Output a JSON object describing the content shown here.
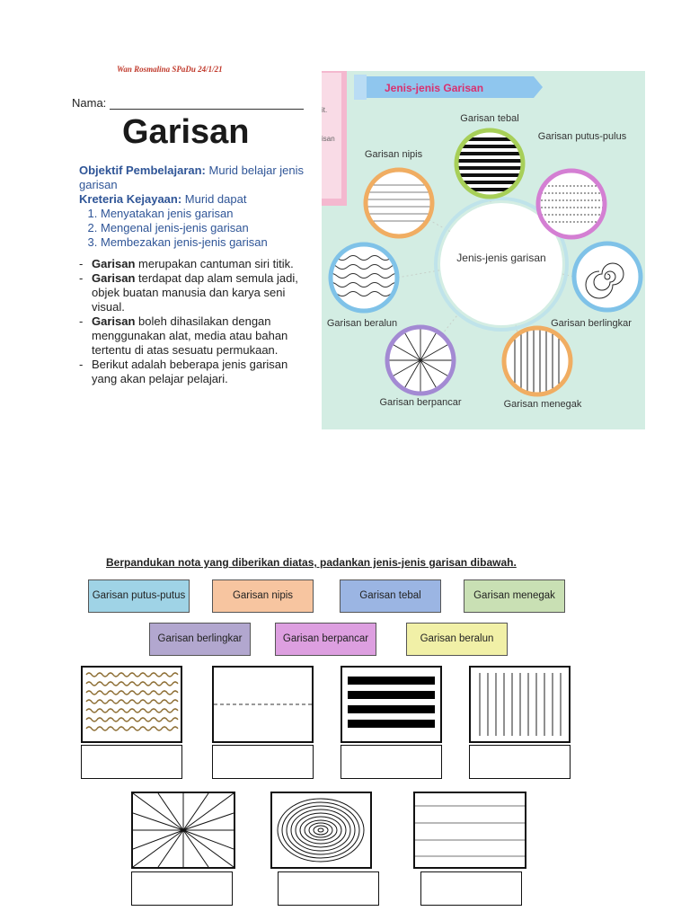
{
  "header": {
    "author": "Wan Rosmalina SPaDu 24/1/21",
    "name_label": "Nama:",
    "title": "Garisan"
  },
  "notes": {
    "objective_label": "Objektif Pembelajaran:",
    "objective_text": "Murid belajar jenis garisan",
    "criteria_label": "Kreteria Kejayaan:",
    "criteria_text": "Murid dapat",
    "criteria_items": [
      "Menyatakan jenis garisan",
      "Mengenal jenis-jenis garisan",
      "Membezakan jenis-jenis garisan"
    ],
    "bullets": [
      {
        "bold": "Garisan",
        "text": "merupakan cantuman siri titik."
      },
      {
        "bold": "Garisan",
        "text": "terdapat dap alam semula jadi, objek buatan manusia dan karya seni visual."
      },
      {
        "bold": "Garisan",
        "text": "boleh dihasilakan dengan menggunakan alat, media atau bahan tertentu di atas sesuatu permukaan."
      },
      {
        "bold": "",
        "text": "Berikut adalah beberapa jenis garisan yang akan pelajar pelajari."
      }
    ]
  },
  "photo": {
    "banner": "Jenis-jenis Garisan",
    "center": "Jenis-jenis garisan",
    "labels": {
      "tebal": "Garisan tebal",
      "nipis": "Garisan nipis",
      "putus": "Garisan putus-pulus",
      "beralun": "Garisan beralun",
      "berlingkar": "Garisan berlingkar",
      "berpancar": "Garisan berpancar",
      "menegak": "Garisan menegak"
    },
    "edge_text_1": "it.",
    "edge_text_2": "isan"
  },
  "exercise": {
    "instruction": "Berpandukan nota yang diberikan diatas, padankan jenis-jenis garisan dibawah.",
    "labels_row1": [
      {
        "text": "Garisan putus-putus",
        "color": "#9fd3e6"
      },
      {
        "text": "Garisan nipis",
        "color": "#f7c5a0"
      },
      {
        "text": "Garisan tebal",
        "color": "#9bb5e3"
      },
      {
        "text": "Garisan menegak",
        "color": "#c9e0b4"
      }
    ],
    "labels_row2": [
      {
        "text": "Garisan berlingkar",
        "color": "#b2a7cf"
      },
      {
        "text": "Garisan berpancar",
        "color": "#dd9fe0"
      },
      {
        "text": "Garisan beralun",
        "color": "#f1f0a7"
      }
    ]
  }
}
